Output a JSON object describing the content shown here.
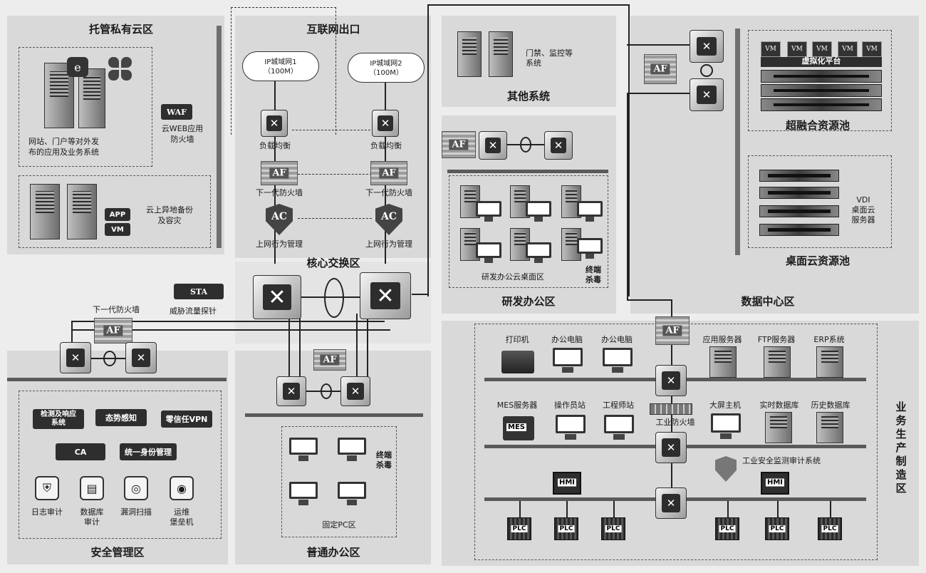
{
  "zones": {
    "hosted_cloud": "托管私有云区",
    "internet_exit": "互联网出口",
    "other_systems": "其他系统",
    "rd_office": "研发办公区",
    "core_switch": "核心交换区",
    "data_center": "数据中心区",
    "security_mgmt": "安全管理区",
    "general_office": "普通办公区",
    "production": "业务生产制造区",
    "hci_pool": "超融合资源池",
    "desktop_pool": "桌面云资源池"
  },
  "labels": {
    "web_apps": [
      "网站、门户等对外发",
      "布的应用及业务系统"
    ],
    "waf_box": "WAF",
    "waf_desc": [
      "云WEB应用",
      "防火墙"
    ],
    "app": "APP",
    "vm": "VM",
    "backup": [
      "云上异地备份",
      "及容灾"
    ],
    "isp1": [
      "IP城域网1",
      "（100M）"
    ],
    "isp2": [
      "IP城域网2",
      "（100M）"
    ],
    "load_balance": "负载均衡",
    "ngfw": "下一代防火墙",
    "af": "AF",
    "ac": "AC",
    "behavior_mgmt": "上网行为管理",
    "sta": "STA",
    "sta_desc": "威胁流量探针",
    "access_control": [
      "门禁、监控等",
      "系统"
    ],
    "rd_cloud_desktop": "研发办公云桌面区",
    "endpoint_av": [
      "终端",
      "杀毒"
    ],
    "virt_platform": "虚拟化平台",
    "vdi": [
      "VDI",
      "桌面云",
      "服务器"
    ],
    "detect_response": [
      "检测及响应",
      "系统"
    ],
    "situation": "态势感知",
    "zero_trust": "零信任VPN",
    "ca": "CA",
    "iam": "统一身份管理",
    "log_audit": "日志审计",
    "db_audit": [
      "数据库",
      "审计"
    ],
    "vuln_scan": "漏洞扫描",
    "bastion": [
      "运维",
      "堡垒机"
    ],
    "fixed_pc": "固定PC区",
    "printer": "打印机",
    "office_pc": "办公电脑",
    "app_server": "应用服务器",
    "ftp_server": "FTP服务器",
    "erp": "ERP系统",
    "mes": "MES服务器",
    "operator": "操作员站",
    "engineer": "工程师站",
    "big_screen": "大屏主机",
    "realtime_db": "实时数据库",
    "history_db": "历史数据库",
    "industrial_fw": "工业防火墙",
    "ind_audit": "工业安全监测审计系统",
    "hmi": "HMI",
    "plc": "PLC",
    "mes_tag": "MES"
  }
}
